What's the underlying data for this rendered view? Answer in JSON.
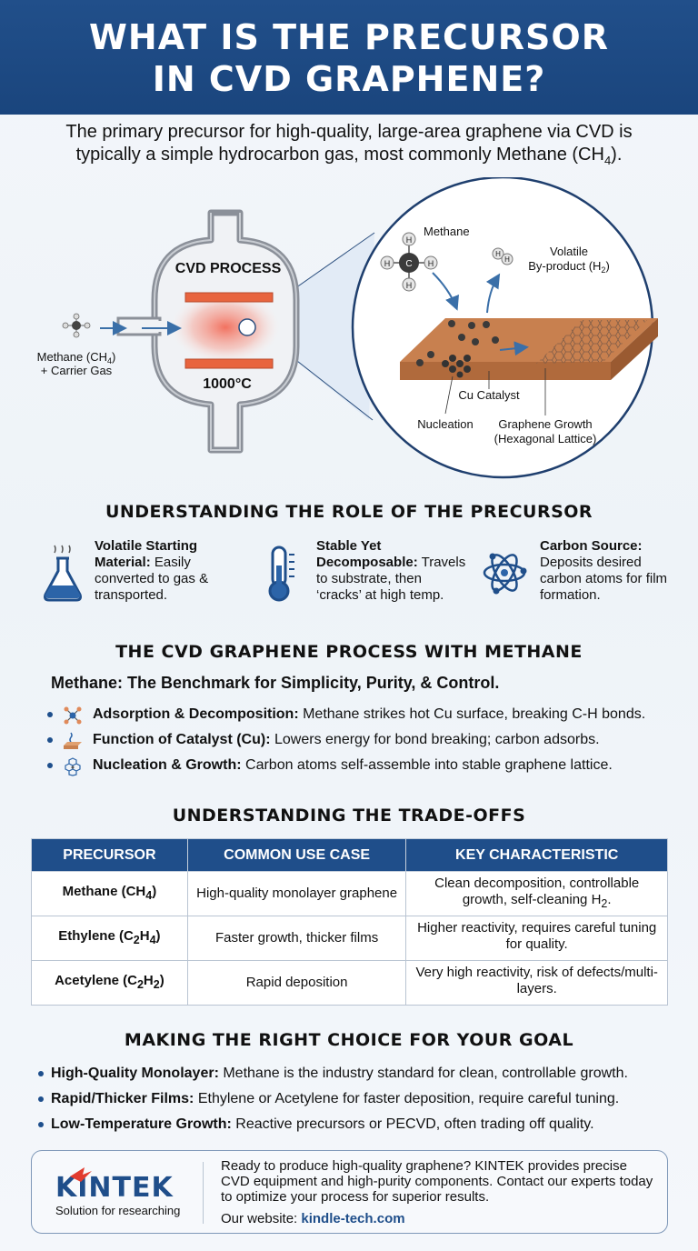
{
  "header": {
    "title_line1": "WHAT IS THE PRECURSOR",
    "title_line2": "IN CVD GRAPHENE?"
  },
  "intro": {
    "line1": "The primary precursor for high-quality, large-area graphene via CVD is",
    "line2_prefix": "typically a simple hydrocarbon gas, most commonly Methane (CH",
    "line2_sub": "4",
    "line2_suffix": ")."
  },
  "diagram": {
    "reactor_label": "CVD PROCESS",
    "temperature": "1000°C",
    "inlet_label_line1_prefix": "Methane (CH",
    "inlet_label_line1_sub": "4",
    "inlet_label_line1_suffix": ")",
    "inlet_label_line2": "+ Carrier Gas",
    "methane_label": "Methane",
    "byproduct_line1": "Volatile",
    "byproduct_line2_prefix": "By-product (H",
    "byproduct_line2_sub": "2",
    "byproduct_line2_suffix": ")",
    "catalyst_label": "Cu Catalyst",
    "nucleation_label": "Nucleation",
    "growth_line1": "Graphene Growth",
    "growth_line2": "(Hexagonal Lattice)",
    "atom_h": "H",
    "atom_c": "C"
  },
  "role": {
    "title": "UNDERSTANDING THE ROLE OF THE PRECURSOR",
    "items": [
      {
        "head": "Volatile Starting Material:",
        "body": " Easily converted to gas & transported.",
        "icon": "flask-icon"
      },
      {
        "head": "Stable Yet Decomposable:",
        "body": " Travels to substrate, then ‘cracks’ at high temp.",
        "icon": "thermometer-icon"
      },
      {
        "head": "Carbon Source:",
        "body": " Deposits desired carbon atoms for film formation.",
        "icon": "atom-icon"
      }
    ]
  },
  "process": {
    "title": "THE CVD GRAPHENE PROCESS WITH METHANE",
    "subhead": "Methane: The Benchmark for Simplicity, Purity, & Control.",
    "bullets": [
      {
        "head": "Adsorption & Decomposition:",
        "body": " Methane strikes hot Cu surface, breaking C-H bonds.",
        "icon": "molecule-icon"
      },
      {
        "head": "Function of Catalyst (Cu):",
        "body": " Lowers energy for bond breaking; carbon adsorbs.",
        "icon": "catalyst-icon"
      },
      {
        "head": "Nucleation & Growth:",
        "body": " Carbon atoms self-assemble into stable graphene lattice.",
        "icon": "lattice-icon"
      }
    ]
  },
  "tradeoffs": {
    "title": "UNDERSTANDING THE TRADE-OFFS",
    "headers": [
      "PRECURSOR",
      "COMMON USE CASE",
      "KEY CHARACTERISTIC"
    ],
    "rows": [
      {
        "name_prefix": "Methane (CH",
        "name_sub": "4",
        "name_sub2": "",
        "name_mid": "",
        "name_suffix": ")",
        "use": "High-quality monolayer graphene",
        "char_prefix": "Clean decomposition, controllable growth, self-cleaning H",
        "char_sub": "2",
        "char_suffix": "."
      },
      {
        "name_prefix": "Ethylene (C",
        "name_sub": "2",
        "name_mid": "H",
        "name_sub2": "4",
        "name_suffix": ")",
        "use": "Faster growth, thicker films",
        "char_prefix": "Higher reactivity, requires careful tuning for quality.",
        "char_sub": "",
        "char_suffix": ""
      },
      {
        "name_prefix": "Acetylene (C",
        "name_sub": "2",
        "name_mid": "H",
        "name_sub2": "2",
        "name_suffix": ")",
        "use": "Rapid deposition",
        "char_prefix": "Very high reactivity, risk of defects/multi-layers.",
        "char_sub": "",
        "char_suffix": ""
      }
    ]
  },
  "choice": {
    "title": "MAKING THE RIGHT CHOICE FOR YOUR GOAL",
    "items": [
      {
        "head": "High-Quality Monolayer:",
        "body": " Methane is the industry standard for clean, controllable growth."
      },
      {
        "head": "Rapid/Thicker Films:",
        "body": " Ethylene or Acetylene for faster deposition, require careful tuning."
      },
      {
        "head": "Low-Temperature Growth:",
        "body": " Reactive precursors or PECVD, often trading off quality."
      }
    ]
  },
  "footer": {
    "brand": "KINTEK",
    "tagline": "Solution for researching",
    "text": "Ready to produce high-quality graphene? KINTEK provides precise CVD equipment and high-purity components. Contact our experts today to optimize your process for superior results.",
    "website_label": "Our website: ",
    "website": "kindle-tech.com"
  },
  "colors": {
    "primary": "#1f4e8a",
    "copper": "#c8804f",
    "heater": "#e8643e",
    "text": "#111111"
  }
}
